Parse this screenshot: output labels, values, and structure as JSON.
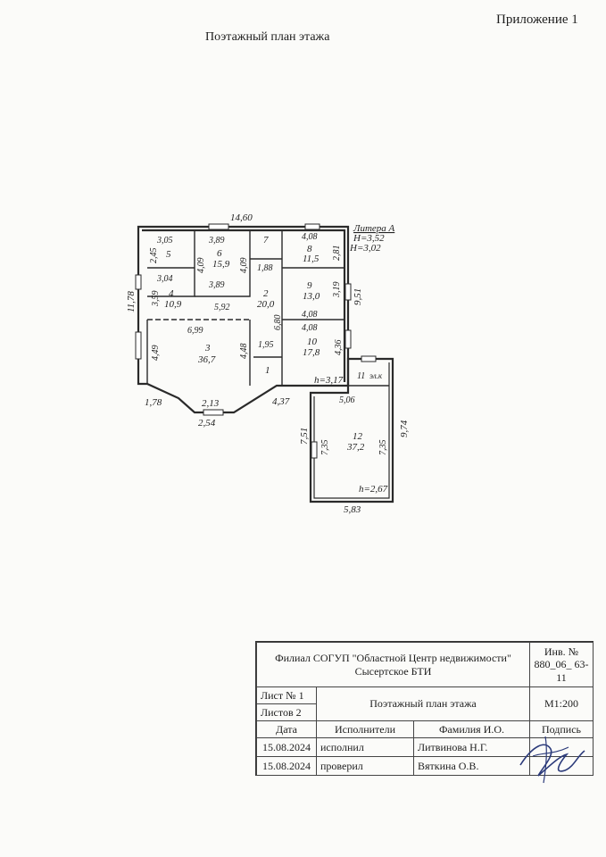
{
  "page": {
    "appendix": "Приложение 1",
    "title": "Поэтажный план этажа"
  },
  "plan": {
    "litera": "Литера А",
    "heights": [
      "H=3,52",
      "H=3,02"
    ],
    "overall": [
      "14,60",
      "11,78",
      "9,51",
      "9,74",
      "7,51",
      "1,78",
      "2,54",
      "2,13",
      "4,37",
      "5,83"
    ],
    "annex_heights": [
      "h=3,17",
      "h=2,67"
    ],
    "rooms": [
      {
        "num": "1"
      },
      {
        "num": "2",
        "area": "20,0"
      },
      {
        "num": "3",
        "area": "36,7"
      },
      {
        "num": "4",
        "area": "10,9"
      },
      {
        "num": "5"
      },
      {
        "num": "6",
        "area": "15,9"
      },
      {
        "num": "7"
      },
      {
        "num": "8",
        "area": "11,5"
      },
      {
        "num": "9",
        "area": "13,0"
      },
      {
        "num": "10",
        "area": "17,8"
      },
      {
        "num": "11",
        "label": "эл.к"
      },
      {
        "num": "12",
        "area": "37,2"
      }
    ],
    "dims": [
      "3,05",
      "2,45",
      "3,89",
      "4,09",
      "4,09",
      "4,08",
      "2,81",
      "1,88",
      "3,04",
      "3,59",
      "3,89",
      "5,92",
      "6,80",
      "4,08",
      "3,19",
      "6,99",
      "4,08",
      "4,36",
      "1,95",
      "4,49",
      "4,48",
      "5,06",
      "7,35",
      "7,35"
    ]
  },
  "stamp": {
    "org": "Филиал СОГУП \"Областной Центр недвижимости\" Сысертское БТИ",
    "inv": "Инв. № 880_06_ 63-11",
    "sheet": "Лист № 1",
    "sheets": "Листов 2",
    "doc_name": "Поэтажный план этажа",
    "scale": "М1:200",
    "h_date": "Дата",
    "h_exec": "Исполнители",
    "h_name": "Фамилия И.О.",
    "h_sign": "Подпись",
    "rows": [
      {
        "date": "15.08.2024",
        "role": "исполнил",
        "name": "Литвинова Н.Г."
      },
      {
        "date": "15.08.2024",
        "role": "проверил",
        "name": "Вяткина О.В."
      }
    ]
  }
}
